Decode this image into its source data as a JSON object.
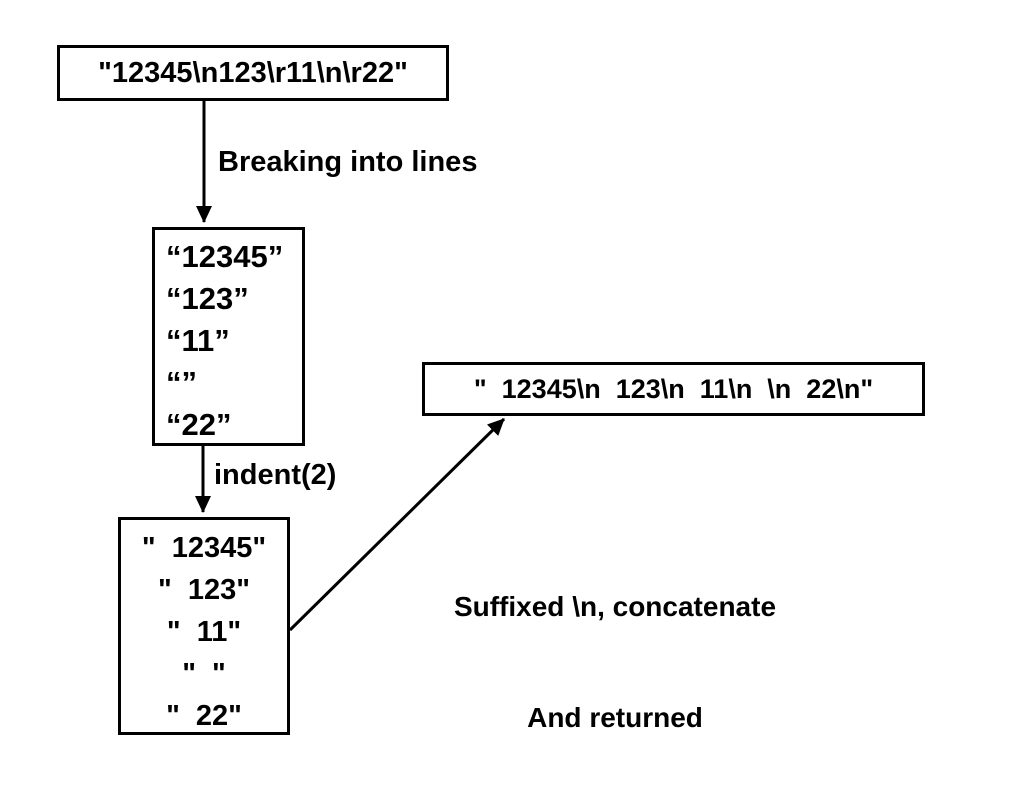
{
  "diagram": {
    "input_box": {
      "text": "\"12345\\n123\\r11\\n\\r22\""
    },
    "arrow1_label": "Breaking into lines",
    "lines_box": {
      "lines": [
        "“12345”",
        "“123”",
        "“11”",
        "“”",
        "“22”"
      ]
    },
    "arrow2_label": "indent(2)",
    "indented_box": {
      "lines": [
        "\"  12345\"",
        "\"  123\"",
        "\"  11\"",
        "\"  \"",
        "\"  22\""
      ]
    },
    "arrow3_label": {
      "line1": "Suffixed \\n, concatenate",
      "line2": "And returned"
    },
    "result_box": {
      "text": "\"  12345\\n  123\\n  11\\n  \\n  22\\n\""
    },
    "colors": {
      "stroke": "#000000",
      "background": "#ffffff",
      "text": "#000000"
    }
  }
}
